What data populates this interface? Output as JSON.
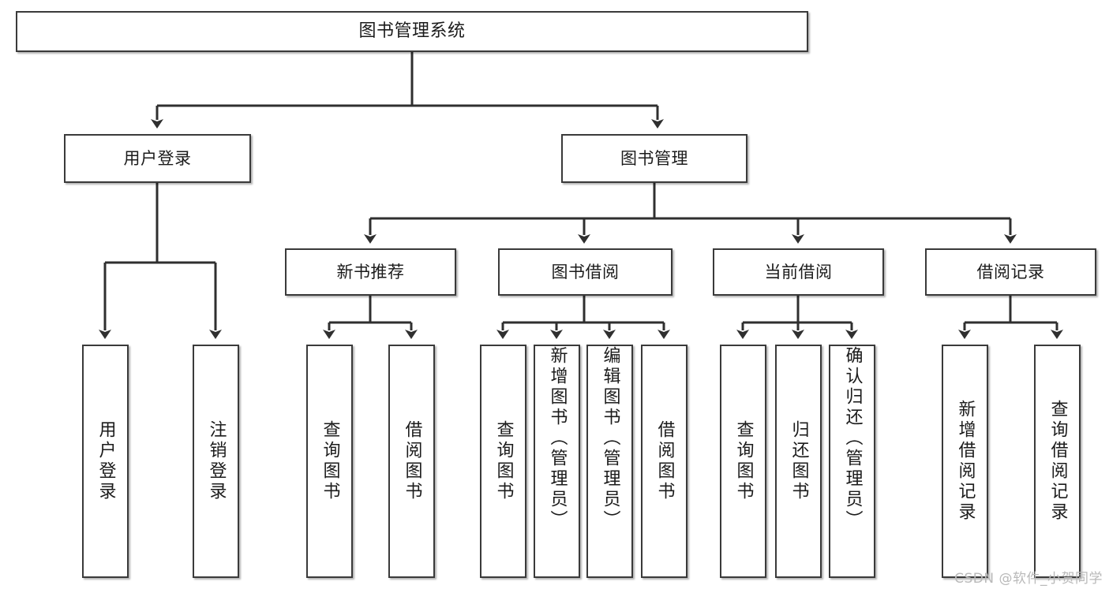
{
  "diagram": {
    "title": "图书管理系统",
    "watermark": "CSDN @软件_小贺同学",
    "line_color": "#2f2f2f",
    "box_border_color": "#3a3a3a",
    "box_fill": "#ffffff",
    "text_color": "#1b1b1b",
    "levels": {
      "root": "图书管理系统",
      "level2": [
        "用户登录",
        "图书管理"
      ],
      "level3": [
        "新书推荐",
        "图书借阅",
        "当前借阅",
        "借阅记录"
      ]
    },
    "nodes": {
      "root": "图书管理系统",
      "user_login": "用户登录",
      "book_manage": "图书管理",
      "new_book_rec": "新书推荐",
      "book_borrow": "图书借阅",
      "current_borrow": "当前借阅",
      "borrow_record": "借阅记录",
      "leaf_user_login": "用户登录",
      "leaf_logout": "注销登录",
      "leaf_query_book_a": "查询图书",
      "leaf_borrow_book_a": "借阅图书",
      "leaf_query_book_b": "查询图书",
      "leaf_add_book": "新增图书（管理员）",
      "leaf_edit_book": "编辑图书（管理员）",
      "leaf_borrow_book_b": "借阅图书",
      "leaf_query_book_c": "查询图书",
      "leaf_return_book": "归还图书",
      "leaf_confirm_return": "确认归还（管理员）",
      "leaf_add_record": "新增借阅记录",
      "leaf_query_record": "查询借阅记录"
    }
  }
}
